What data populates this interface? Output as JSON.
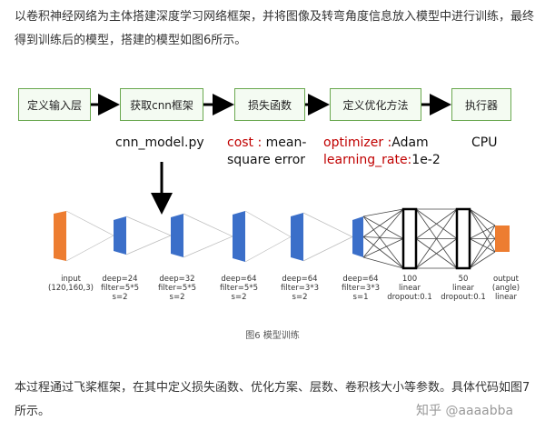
{
  "article": {
    "paragraph1": "以卷积神经网络为主体搭建深度学习网络框架，并将图像及转弯角度信息放入模型中进行训练，最终得到训练后的模型，搭建的模型如图6所示。",
    "paragraph2": "本过程通过飞桨框架，在其中定义损失函数、优化方案、层数、卷积核大小等参数。具体代码如图7所示。"
  },
  "flow": {
    "boxes": [
      "定义输入层",
      "获取cnn框架",
      "损失函数",
      "定义优化方法",
      "执行器"
    ],
    "model_file": "cnn_model.py",
    "cost_key": "cost :",
    "cost_val_1": "mean-",
    "cost_val_2": "square error",
    "opt_key": "optimizer :",
    "opt_val": "Adam",
    "lr_key": "learning_rate:",
    "lr_val": "1e-2",
    "executor": "CPU"
  },
  "layers": [
    {
      "lines": [
        "input",
        "(120,160,3)"
      ]
    },
    {
      "lines": [
        "deep=24",
        "filter=5*5",
        "s=2"
      ]
    },
    {
      "lines": [
        "deep=32",
        "filter=5*5",
        "s=2"
      ]
    },
    {
      "lines": [
        "deep=64",
        "filter=5*5",
        "s=2"
      ]
    },
    {
      "lines": [
        "deep=64",
        "filter=3*3",
        "s=2"
      ]
    },
    {
      "lines": [
        "deep=64",
        "filter=3*3",
        "s=1"
      ]
    },
    {
      "lines": [
        "100",
        "linear",
        "dropout:0.1"
      ]
    },
    {
      "lines": [
        "50",
        "linear",
        "dropout:0.1"
      ]
    },
    {
      "lines": [
        "output",
        "(angle)",
        "linear"
      ]
    }
  ],
  "caption": "图6 模型训练",
  "watermark": "知乎 @aaaabba",
  "colors": {
    "box_border": "#6aa84f",
    "input": "#ed7d31",
    "conv": "#3b6fc9",
    "output": "#ed7d31",
    "red": "#c00000"
  }
}
